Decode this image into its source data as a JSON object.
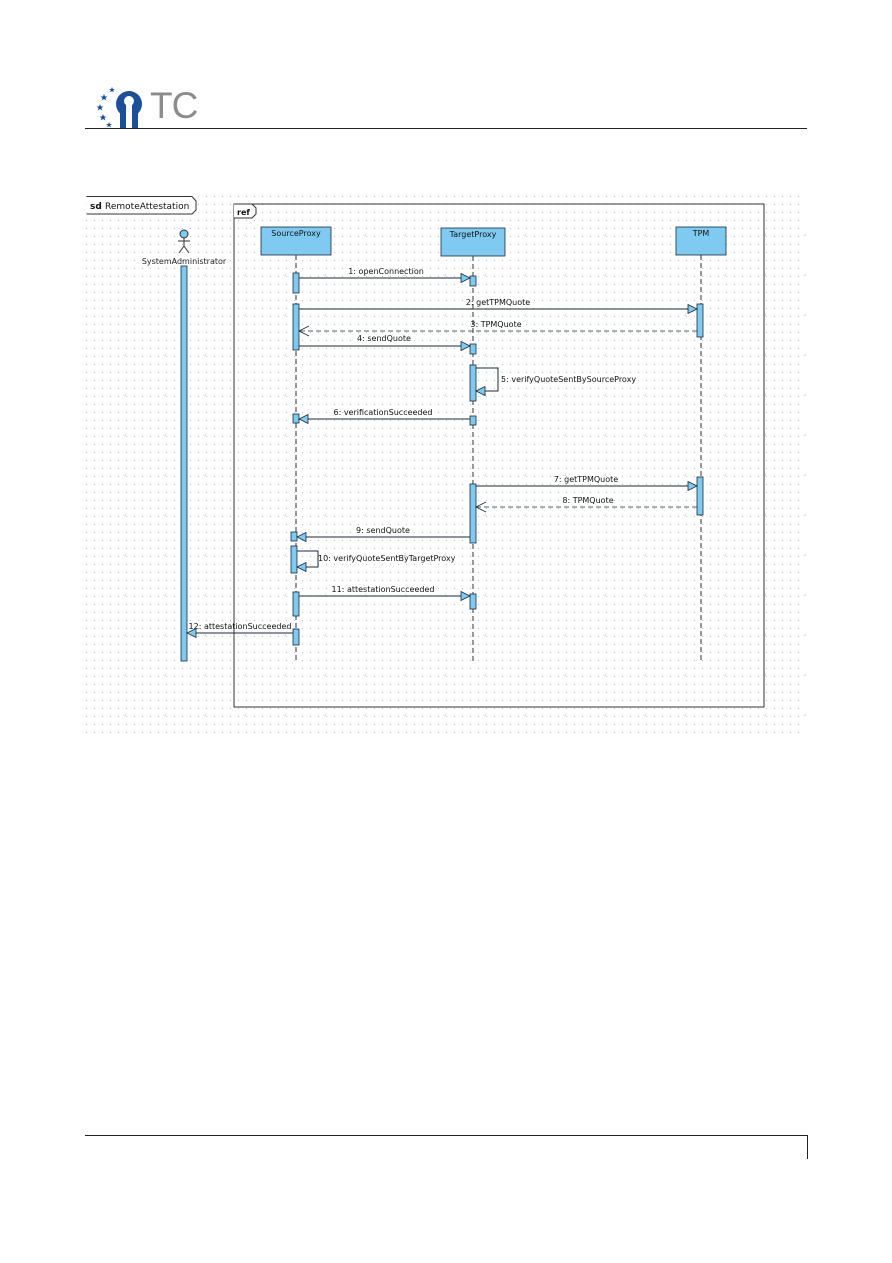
{
  "header": {
    "logo_text": "TC"
  },
  "diagram": {
    "frame_keyword": "sd",
    "frame_name": "RemoteAttestation",
    "fragment_label": "ref",
    "actor": {
      "name": "SystemAdministrator"
    },
    "lifelines": [
      {
        "id": "source",
        "name": "SourceProxy"
      },
      {
        "id": "target",
        "name": "TargetProxy"
      },
      {
        "id": "tpm",
        "name": "TPM"
      }
    ],
    "messages": [
      {
        "label": "1: openConnection",
        "from": "source",
        "to": "target",
        "kind": "sync"
      },
      {
        "label": "2: getTPMQuote",
        "from": "source",
        "to": "tpm",
        "kind": "sync"
      },
      {
        "label": "3: TPMQuote",
        "from": "tpm",
        "to": "source",
        "kind": "reply"
      },
      {
        "label": "4: sendQuote",
        "from": "source",
        "to": "target",
        "kind": "sync"
      },
      {
        "label": "5: verifyQuoteSentBySourceProxy",
        "from": "target",
        "to": "target",
        "kind": "self"
      },
      {
        "label": "6: verificationSucceeded",
        "from": "target",
        "to": "source",
        "kind": "sync"
      },
      {
        "label": "7: getTPMQuote",
        "from": "target",
        "to": "tpm",
        "kind": "sync"
      },
      {
        "label": "8: TPMQuote",
        "from": "tpm",
        "to": "target",
        "kind": "reply"
      },
      {
        "label": "9: sendQuote",
        "from": "target",
        "to": "source",
        "kind": "sync"
      },
      {
        "label": "10: verifyQuoteSentByTargetProxy",
        "from": "source",
        "to": "source",
        "kind": "self"
      },
      {
        "label": "11: attestationSucceeded",
        "from": "source",
        "to": "target",
        "kind": "sync"
      },
      {
        "label": "12: attestationSucceeded",
        "from": "source",
        "to": "actor",
        "kind": "sync"
      }
    ]
  },
  "colors": {
    "box_fill": "#7fcaf0",
    "line": "#1a2a3a",
    "grid_dot": "#b8c0c8",
    "frame": "#333333",
    "logo_blue": "#1b4f9c",
    "logo_gray": "#8a8c8e"
  }
}
